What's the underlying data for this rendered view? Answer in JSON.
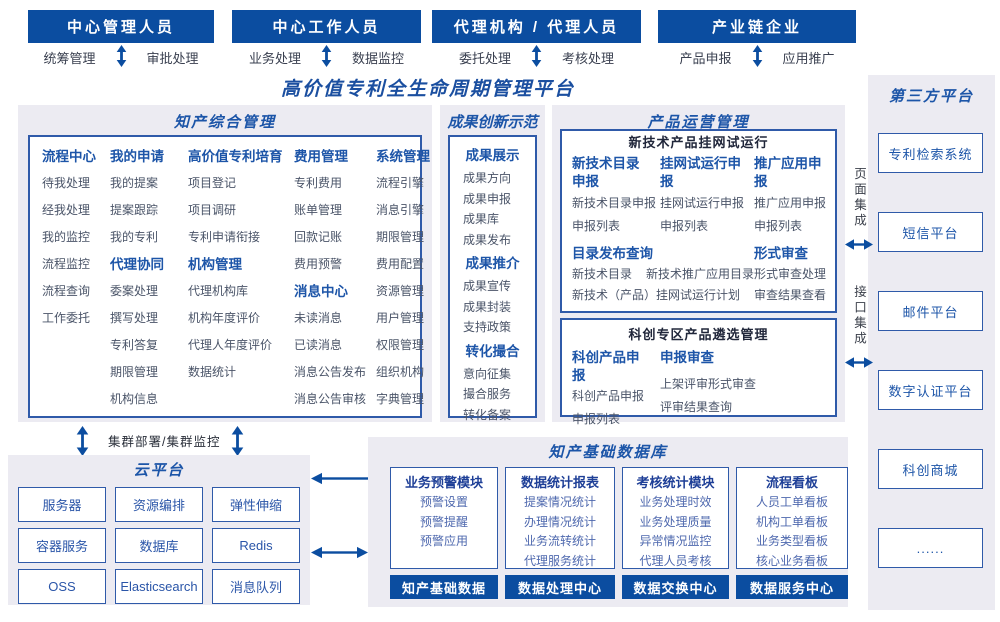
{
  "top_roles": [
    {
      "title": "中心管理人员",
      "left": "统筹管理",
      "right": "审批处理"
    },
    {
      "title": "中心工作人员",
      "left": "业务处理",
      "right": "数据监控"
    },
    {
      "title": "代理机构 / 代理人员",
      "left": "委托处理",
      "right": "考核处理"
    },
    {
      "title": "产业链企业",
      "left": "产品申报",
      "right": "应用推广"
    }
  ],
  "platform_title": "高价值专利全生命周期管理平台",
  "sections": {
    "zhichan": {
      "title": "知产综合管理",
      "columns": [
        {
          "groups": [
            {
              "header": "流程中心",
              "items": [
                "待我处理",
                "经我处理",
                "我的监控",
                "流程监控",
                "流程查询",
                "工作委托"
              ]
            }
          ]
        },
        {
          "groups": [
            {
              "header": "我的申请",
              "items": [
                "我的提案",
                "提案跟踪",
                "我的专利"
              ]
            },
            {
              "header": "代理协同",
              "items": [
                "委案处理",
                "撰写处理",
                "专利答复",
                "期限管理",
                "机构信息"
              ]
            }
          ]
        },
        {
          "groups": [
            {
              "header": "高价值专利培育",
              "items": [
                "项目登记",
                "项目调研",
                "专利申请衔接"
              ]
            },
            {
              "header": "机构管理",
              "items": [
                "代理机构库",
                "机构年度评价",
                "代理人年度评价",
                "数据统计"
              ]
            }
          ]
        },
        {
          "groups": [
            {
              "header": "费用管理",
              "items": [
                "专利费用",
                "账单管理",
                "回款记账",
                "费用预警"
              ]
            },
            {
              "header": "消息中心",
              "items": [
                "未读消息",
                "已读消息",
                "消息公告发布",
                "消息公告审核"
              ]
            }
          ]
        },
        {
          "groups": [
            {
              "header": "系统管理",
              "items": [
                "流程引擎",
                "消息引擎",
                "期限管理",
                "费用配置",
                "资源管理",
                "用户管理",
                "权限管理",
                "组织机构",
                "字典管理"
              ]
            }
          ]
        }
      ]
    },
    "chengguo": {
      "title": "成果创新示范",
      "groups": [
        {
          "header": "成果展示",
          "items": [
            "成果方向",
            "成果申报",
            "成果库",
            "成果发布"
          ]
        },
        {
          "header": "成果推介",
          "items": [
            "成果宣传",
            "成果封装",
            "支持政策"
          ]
        },
        {
          "header": "转化撮合",
          "items": [
            "意向征集",
            "撮合服务",
            "转化备案"
          ]
        }
      ]
    },
    "chanpin": {
      "title": "产品运营管理",
      "box_a": {
        "title": "新技术产品挂网试运行",
        "columns": [
          {
            "header": "新技术目录申报",
            "items": [
              "新技术目录申报",
              "申报列表"
            ]
          },
          {
            "header": "挂网试运行申报",
            "items": [
              "挂网试运行申报",
              "申报列表"
            ]
          },
          {
            "header": "推广应用申报",
            "items": [
              "推广应用申报",
              "申报列表"
            ]
          }
        ],
        "catalog": {
          "header": "目录发布查询",
          "row1": [
            "新技术目录",
            "新技术推广应用目录"
          ],
          "row2": "新技术（产品）挂网试运行计划"
        },
        "review": {
          "header": "形式审查",
          "items": [
            "形式审查处理",
            "审查结果查看"
          ]
        }
      },
      "box_b": {
        "title": "科创专区产品遴选管理",
        "columns": [
          {
            "header": "科创产品申报",
            "items": [
              "科创产品申报",
              "申报列表"
            ]
          },
          {
            "header": "申报审查",
            "items": [
              "上架评审形式审查",
              "评审结果查询"
            ]
          }
        ]
      }
    }
  },
  "third_party": {
    "title": "第三方平台",
    "boxes": [
      "专利检索系统",
      "短信平台",
      "邮件平台",
      "数字认证平台",
      "科创商城",
      "......"
    ]
  },
  "integration": {
    "page": "页面集成",
    "interface": "接口集成"
  },
  "cluster_label": "集群部署/集群监控",
  "cloud": {
    "title": "云平台",
    "boxes": [
      "服务器",
      "资源编排",
      "弹性伸缩",
      "容器服务",
      "数据库",
      "Redis",
      "OSS",
      "Elasticsearch",
      "消息队列"
    ]
  },
  "database": {
    "title": "知产基础数据库",
    "modules": [
      {
        "header": "业务预警模块",
        "items": [
          "预警设置",
          "预警提醒",
          "预警应用"
        ]
      },
      {
        "header": "数据统计报表",
        "items": [
          "提案情况统计",
          "办理情况统计",
          "业务流转统计",
          "代理服务统计"
        ]
      },
      {
        "header": "考核统计模块",
        "items": [
          "业务处理时效",
          "业务处理质量",
          "异常情况监控",
          "代理人员考核"
        ]
      },
      {
        "header": "流程看板",
        "items": [
          "人员工单看板",
          "机构工单看板",
          "业务类型看板",
          "核心业务看板"
        ]
      }
    ],
    "bars": [
      "知产基础数据",
      "数据处理中心",
      "数据交换中心",
      "数据服务中心"
    ]
  },
  "colors": {
    "primary_blue": "#0b4da0",
    "header_blue": "#1c55a8",
    "panel_bg": "#ecebf2",
    "box_border": "#2f5aa9",
    "item_text": "#4a5468",
    "db_item_text": "#4e68ae",
    "dark_title": "#20263a",
    "white": "#ffffff"
  }
}
